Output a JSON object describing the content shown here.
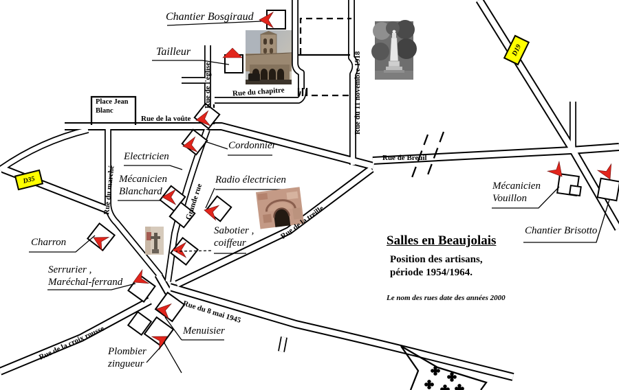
{
  "map": {
    "title_block": {
      "title": "Salles en Beaujolais",
      "subtitle_line1": "Position des artisans,",
      "subtitle_line2": "période 1954/1964.",
      "note": "Le nom des rues date des années 2000"
    },
    "badges": {
      "d35": "D35",
      "d19": "D19"
    },
    "streets": {
      "eglise": "Rue de l'église",
      "chapitre": "Rue du chapitre",
      "nov1918": "Rue du 11 novembre 1918",
      "voute": "Rue de la voûte",
      "marche": "Rue du marché",
      "grande_rue": "Grande rue",
      "breuil": "Rue de Breuil",
      "treille": "Rue de la treille",
      "mai1945": "Rue du 8 mai 1945",
      "croix_rousse": "Rue de la croix rousse",
      "place_line1": "Place Jean",
      "place_line2": "Blanc"
    },
    "artisans": {
      "bosgiraud": "Chantier Bosgiraud",
      "tailleur": "Tailleur",
      "electricien": "Electricien",
      "cordonnier": "Cordonnier",
      "blanchard_line1": "Mécanicien",
      "blanchard_line2": "Blanchard",
      "radio": "Radio électricien",
      "sabotier_line1": "Sabotier ,",
      "sabotier_line2": "coiffeur",
      "charron": "Charron",
      "serrurier_line1": "Serrurier ,",
      "serrurier_line2": "Maréchal-ferrand",
      "menuisier": "Menuisier",
      "plombier_line1": "Plombier",
      "plombier_line2": "zingueur",
      "vouillon_line1": "Mécanicien",
      "vouillon_line2": "Vouillon",
      "brisotto": "Chantier Brisotto"
    },
    "colors": {
      "arrow_red": "#e2251c",
      "badge_yellow": "#ffff00",
      "ink": "#000000"
    }
  }
}
